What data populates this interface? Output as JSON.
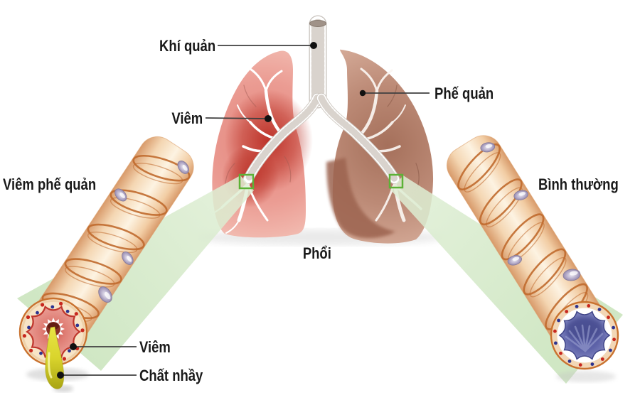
{
  "diagram": {
    "labels": {
      "trachea": "Khí quản",
      "bronchus": "Phế quản",
      "inflammation_lung": "Viêm",
      "lungs": "Phổi",
      "left_condition": "Viêm phế quản",
      "right_condition": "Bình thường",
      "inflammation_cross_section": "Viêm",
      "mucus": "Chất nhầy"
    },
    "colors": {
      "inflamed_red": "#c23a31",
      "lung_pink": "#eb9c93",
      "lung_brown": "#bc8a76",
      "bronchus_wall_tan": "#f5dcbb",
      "ring_orange": "#c06a2e",
      "highlight_beam_green": "#cde6c0",
      "focus_square_green": "#5cb236",
      "mucus_yellow": "#d9d42c",
      "normal_lumen_blue": "#5a5fa4",
      "label_text": "#191919"
    }
  }
}
